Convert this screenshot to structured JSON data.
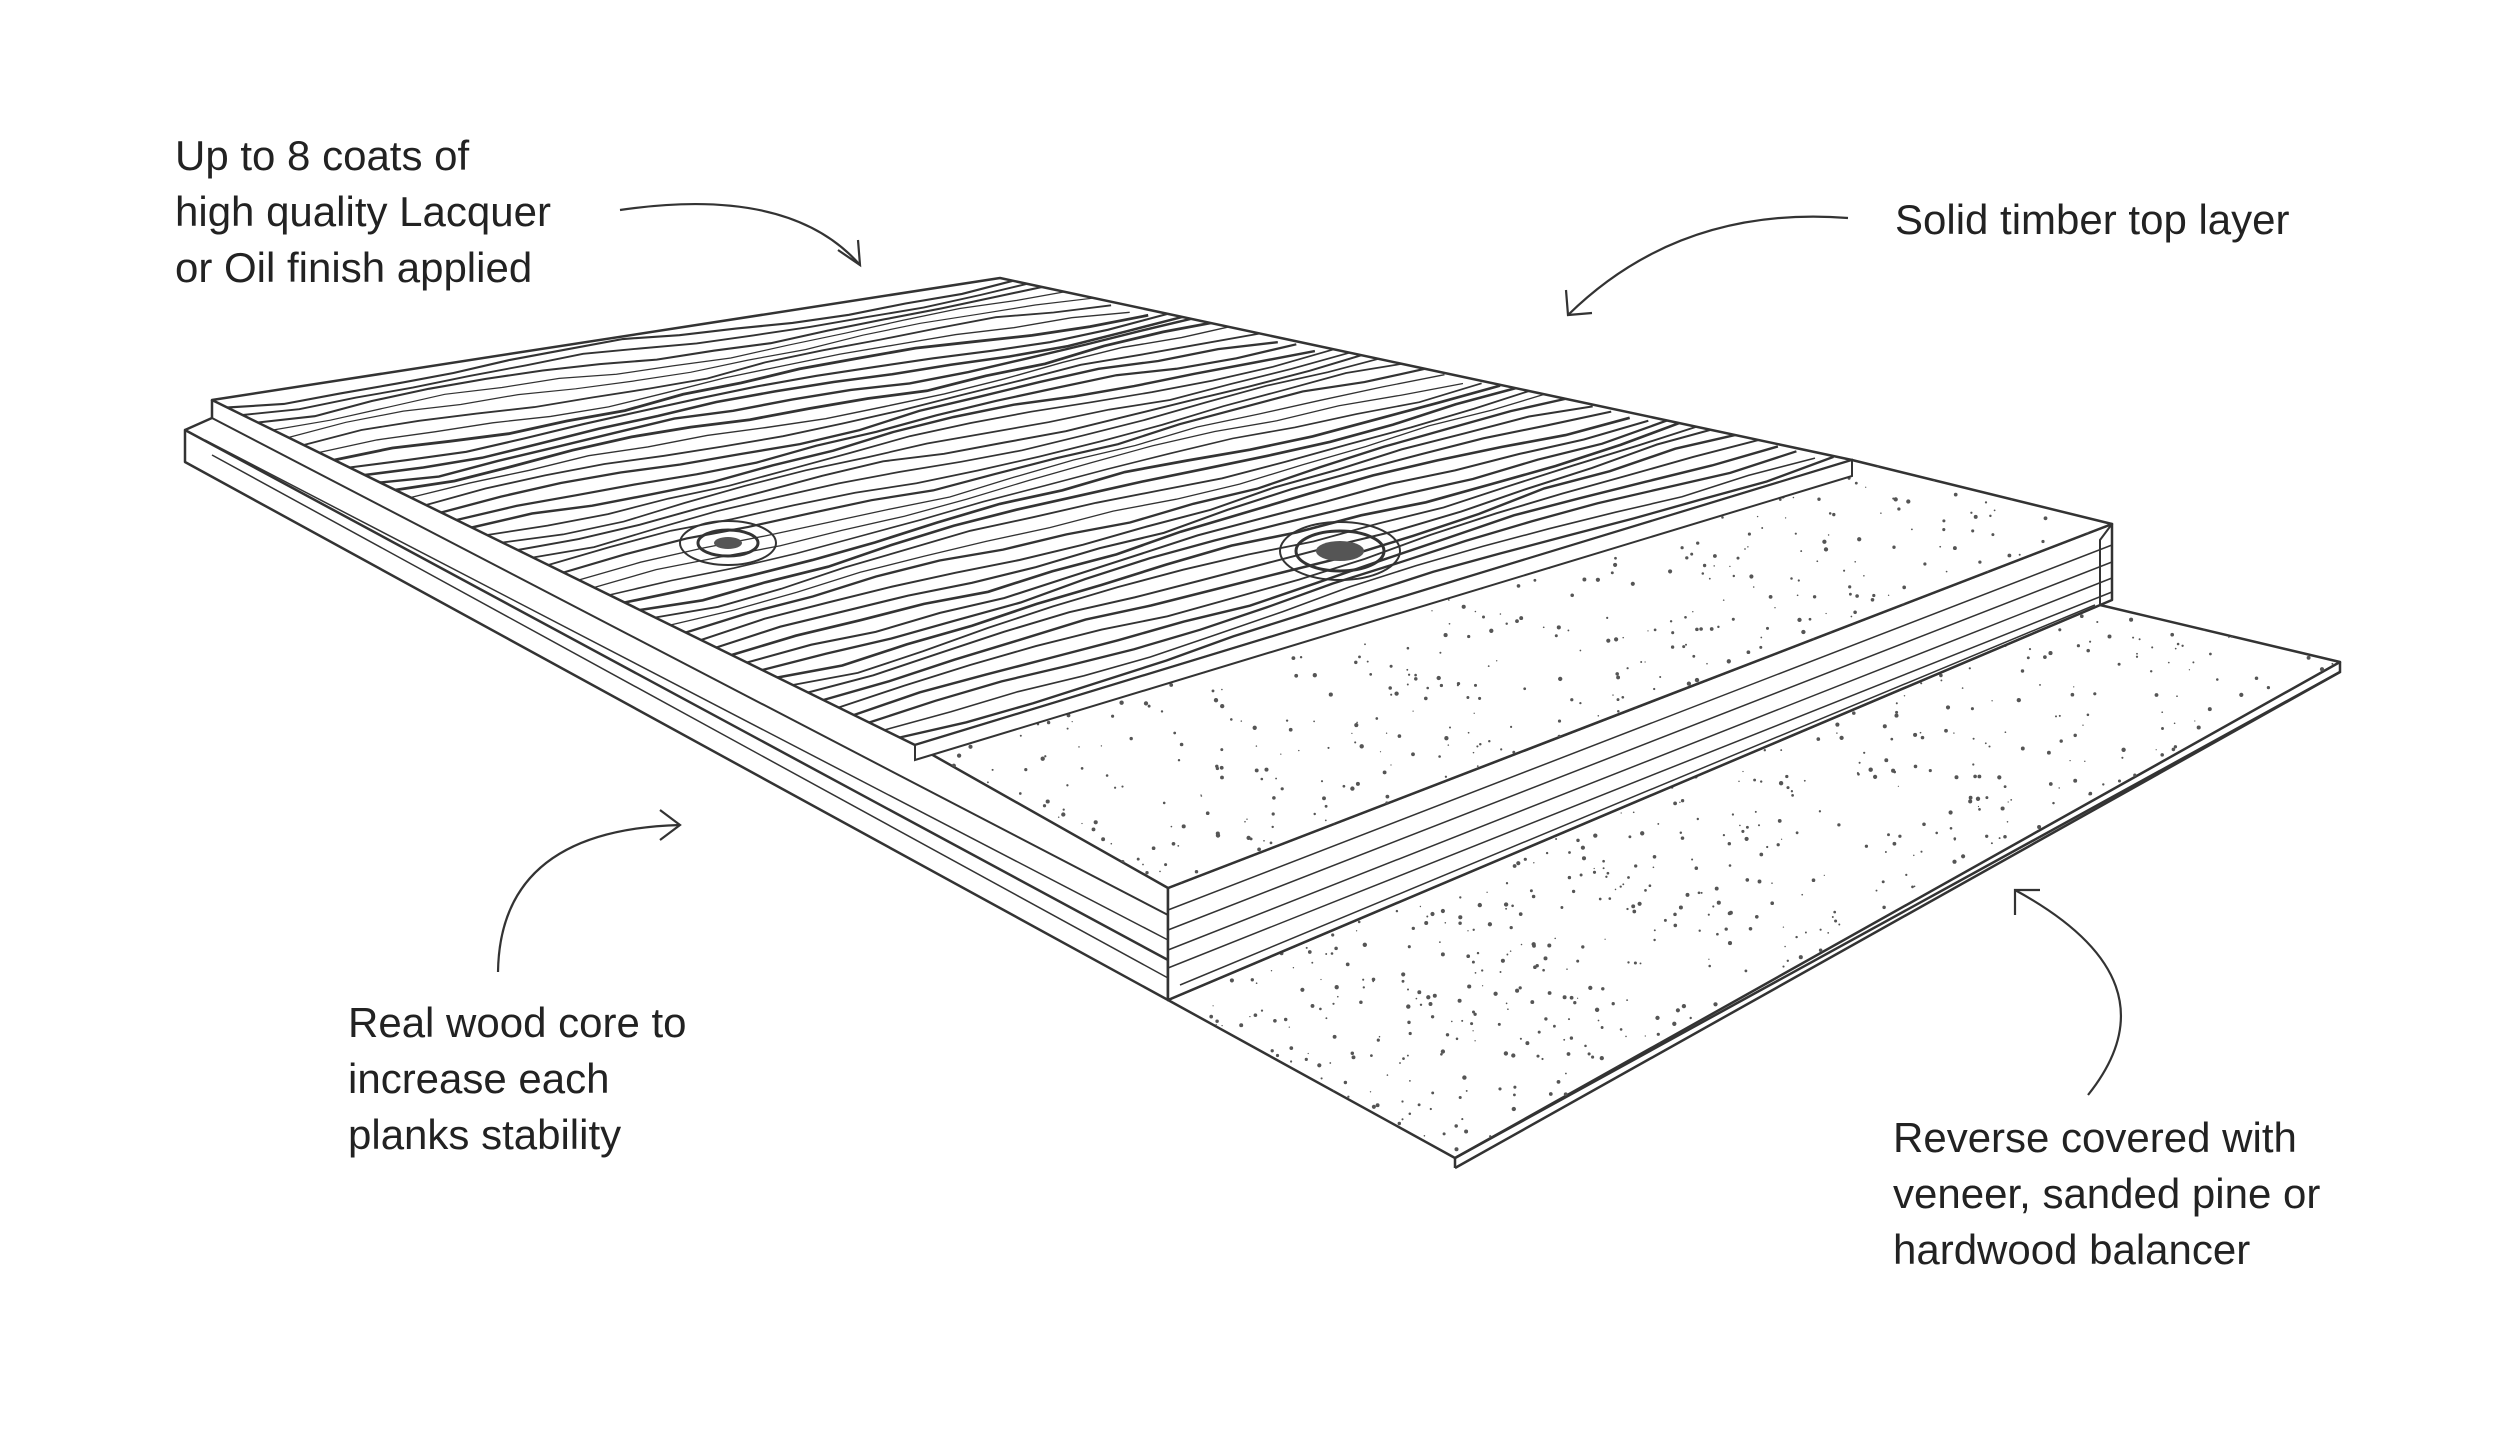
{
  "annotations": {
    "finish": [
      "Up to 8 coats of",
      "high quality Lacquer",
      "or Oil finish applied"
    ],
    "top_layer": [
      "Solid timber top layer"
    ],
    "core": [
      "Real wood core to",
      "increase each",
      "planks stability"
    ],
    "reverse": [
      "Reverse covered with",
      "veneer, sanded pine or",
      "hardwood balancer"
    ]
  },
  "colors": {
    "ink": "#222222",
    "line": "#333333",
    "background": "#ffffff",
    "speckle": "#555555"
  },
  "icons": [
    "arrow-finish-icon",
    "arrow-top-layer-icon",
    "arrow-core-icon",
    "arrow-reverse-icon"
  ]
}
